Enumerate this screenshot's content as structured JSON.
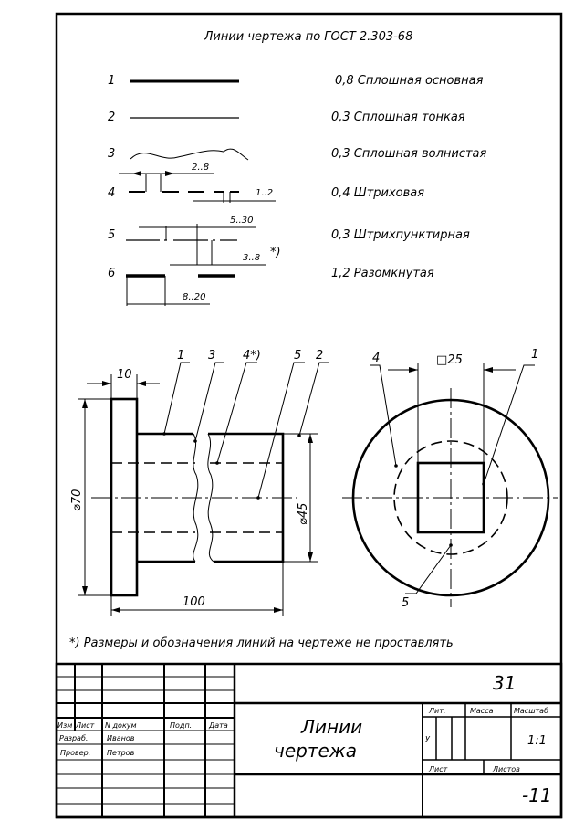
{
  "title": "Линии чертежа по ГОСТ 2.303-68",
  "line_types": [
    {
      "num": "1",
      "desc": "0,8 Сплошная основная"
    },
    {
      "num": "2",
      "desc": "0,3 Сплошная тонкая"
    },
    {
      "num": "3",
      "desc": "0,3 Сплошная волнистая"
    },
    {
      "num": "4",
      "desc": "0,4 Штриховая"
    },
    {
      "num": "5",
      "desc": "0,3 Штрихпунктирная"
    },
    {
      "num": "6",
      "desc": "1,2 Разомкнутая"
    }
  ],
  "legend_dims": {
    "wave": "2..8",
    "dash_gap": "1..2",
    "dash_dot": "5..30",
    "dot_gap": "3..8",
    "asterisk": "*)",
    "open": "8..20"
  },
  "part_dims": {
    "flange": "10",
    "dia70": "⌀70",
    "length": "100",
    "dia45": "⌀45",
    "square": "□25"
  },
  "callouts_front": [
    "1",
    "3",
    "4*)",
    "5",
    "2"
  ],
  "callouts_side": [
    "4",
    "1",
    "5"
  ],
  "footnote": "*)  Размеры и обозначения линий на чертеже не проставлять",
  "title_block": {
    "code": "31",
    "name_line1": "Линии",
    "name_line2": "чертежа",
    "headers": [
      "Изм",
      "Лист",
      "N докум",
      "Подп.",
      "Дата"
    ],
    "rows": [
      {
        "role": "Разраб.",
        "name": "Иванов"
      },
      {
        "role": "Провер.",
        "name": "Петров"
      }
    ],
    "lit_label": "Лит.",
    "mass_label": "Масса",
    "scale_label": "Масштаб",
    "lit_value": "У",
    "scale_value": "1:1",
    "sheet_label": "Лист",
    "sheets_label": "Листов",
    "group": "-11"
  }
}
